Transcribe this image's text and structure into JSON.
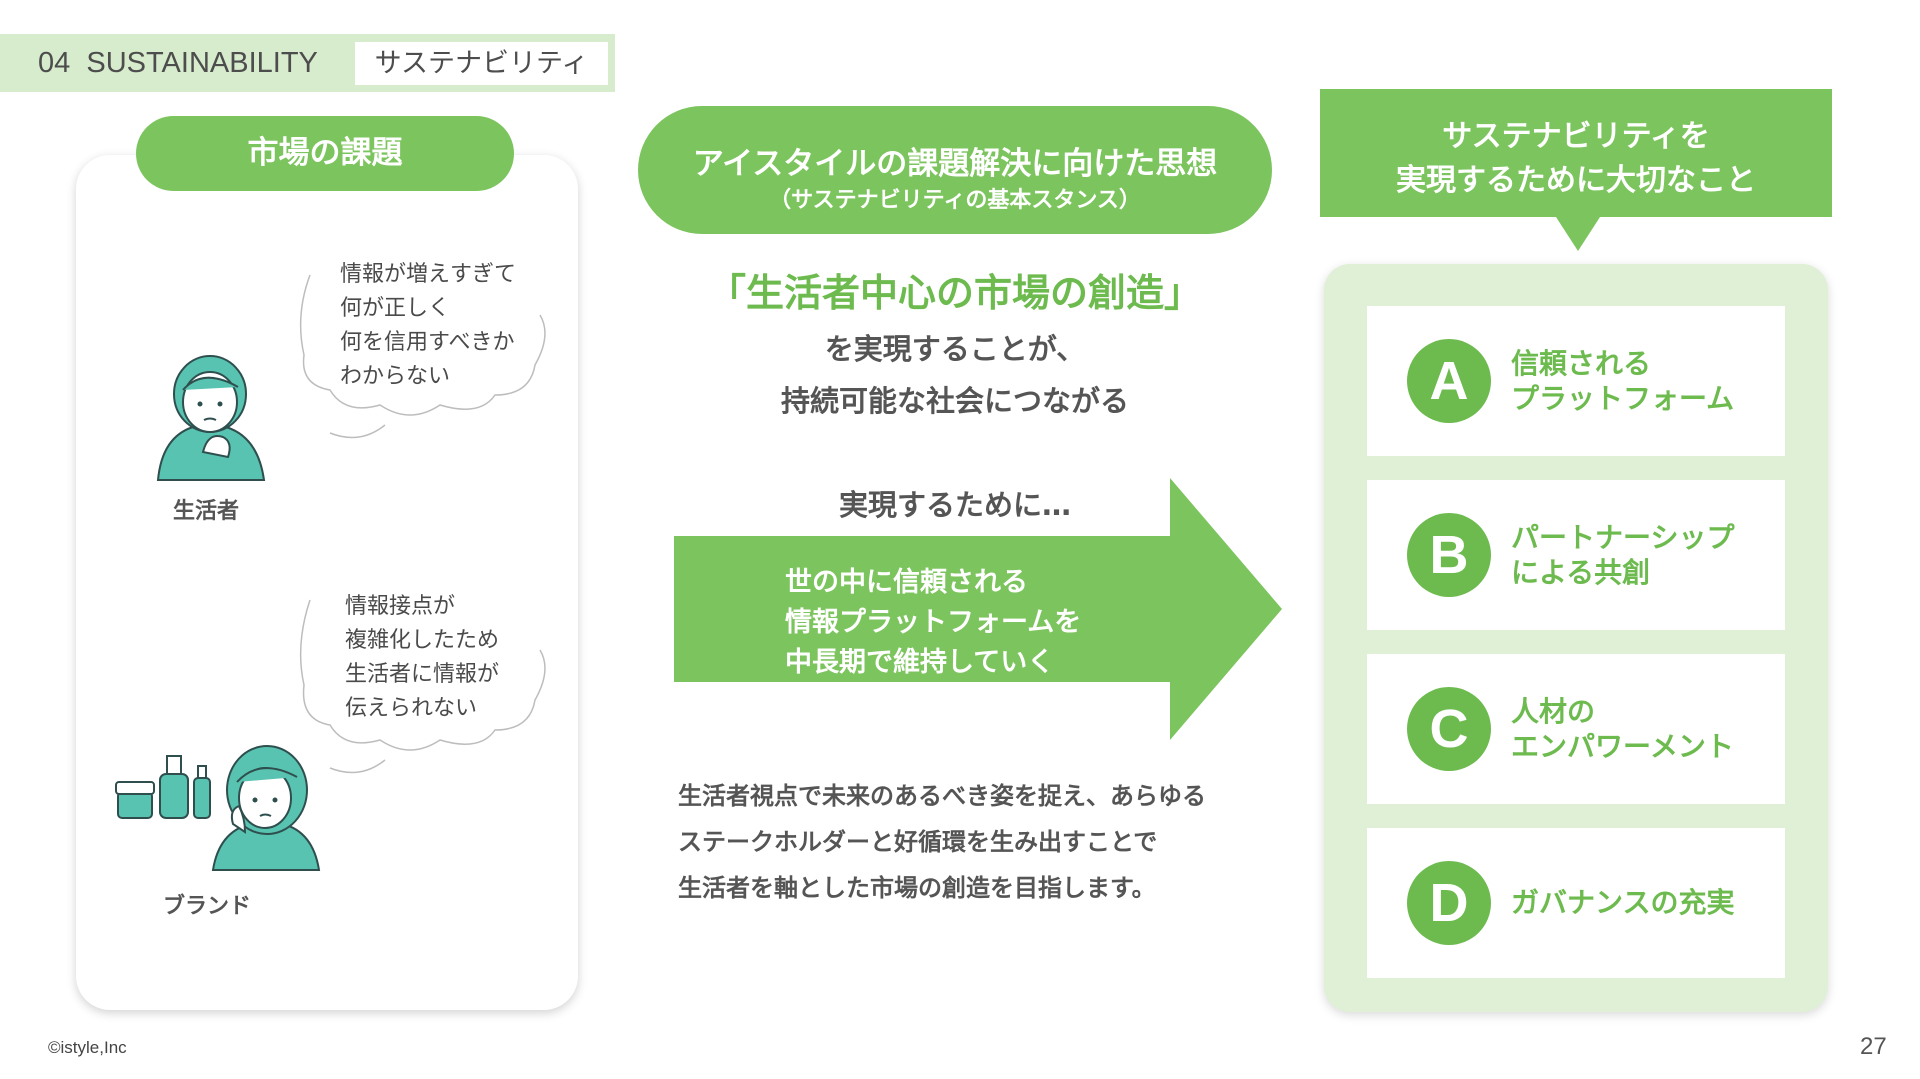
{
  "header": {
    "section": "04  SUSTAINABILITY",
    "jp_title": "サステナビリティ"
  },
  "left": {
    "title": "市場の課題",
    "consumer": {
      "lines": [
        "情報が増えすぎて",
        "何が正しく",
        "何を信用すべきか",
        "わからない"
      ],
      "label": "生活者"
    },
    "brand": {
      "lines": [
        "情報接点が",
        "複雑化したため",
        "生活者に情報が",
        "伝えられない"
      ],
      "label": "ブランド"
    }
  },
  "center": {
    "pill_title": "アイスタイルの課題解決に向けた思想",
    "pill_sub": "（サステナビリティの基本スタンス）",
    "headline": "「生活者中心の市場の創造」",
    "line1": "を実現することが、",
    "line2": "持続可能な社会につながる",
    "toward": "実現するために…",
    "arrow_lines": [
      "世の中に信頼される",
      "情報プラットフォームを",
      "中長期で維持していく"
    ],
    "paragraph": [
      "生活者視点で未来のあるべき姿を捉え、あらゆる",
      "ステークホルダーと好循環を生み出すことで",
      "生活者を軸とした市場の創造を目指します。"
    ]
  },
  "right": {
    "banner_lines": [
      "サステナビリティを",
      "実現するために大切なこと"
    ],
    "items": [
      {
        "letter": "A",
        "lines": [
          "信頼される",
          "プラットフォーム"
        ]
      },
      {
        "letter": "B",
        "lines": [
          "パートナーシップ",
          "による共創"
        ]
      },
      {
        "letter": "C",
        "lines": [
          "人材の",
          "エンパワーメント"
        ]
      },
      {
        "letter": "D",
        "lines": [
          "ガバナンスの充実"
        ]
      }
    ]
  },
  "footer": {
    "copyright": "©istyle,Inc",
    "page": "27"
  },
  "colors": {
    "accent": "#7cc45d",
    "accent_dark": "#6dbb4f",
    "light_green": "#dff0d6",
    "header_bg": "#d6eccc",
    "teal": "#58c3b0"
  },
  "icons": [
    "consumer-illustration",
    "brand-illustration",
    "cosmetics-illustration",
    "thought-bubble-icon"
  ]
}
